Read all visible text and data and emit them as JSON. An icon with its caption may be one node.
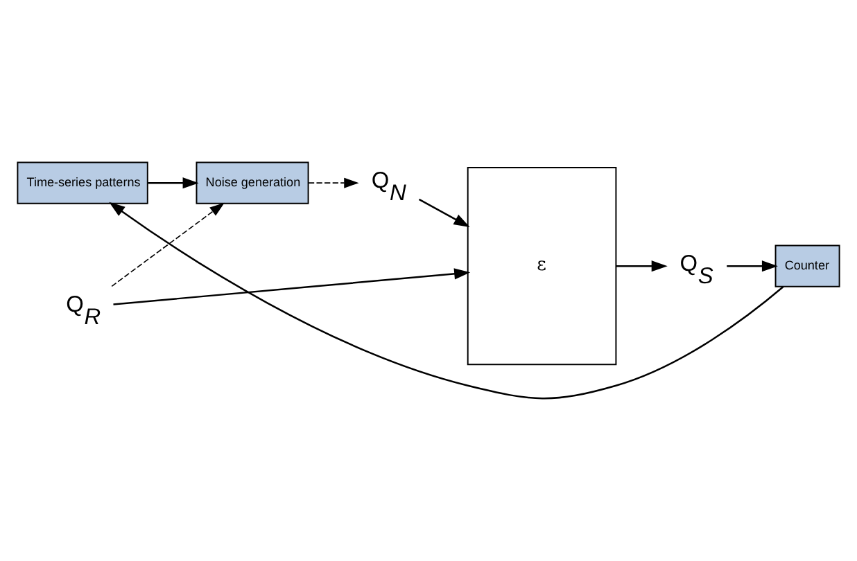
{
  "diagram": {
    "nodes": [
      {
        "text": [
          "Time-series patterns"
        ]
      },
      {
        "text": [
          "Noise generation"
        ]
      },
      {
        "text": [
          "Q$_{R}$"
        ]
      },
      {
        "text": [
          "Q$_{N}$"
        ]
      },
      {
        "text": [
          "ε"
        ]
      },
      {
        "text": [
          "Q$_{S}$"
        ]
      },
      {
        "text": [
          "Counter"
        ]
      }
    ],
    "edges": [
      {
        "from": 0,
        "to": 1,
        "arrow": "to"
      },
      {
        "from": 2,
        "to": 1,
        "arrow": "to",
        "style": "dashed"
      },
      {
        "from": 1,
        "to": 3,
        "arrow": "to",
        "style": "dashed"
      },
      {
        "from": 2,
        "to": 4,
        "arrow": "to"
      },
      {
        "from": 3,
        "to": 4,
        "arrow": "to"
      },
      {
        "from": 4,
        "to": 5,
        "arrow": "to"
      },
      {
        "from": 5,
        "to": 6,
        "arrow": "to"
      },
      {
        "from": 6,
        "to": 0,
        "arrow": "to"
      }
    ]
  }
}
